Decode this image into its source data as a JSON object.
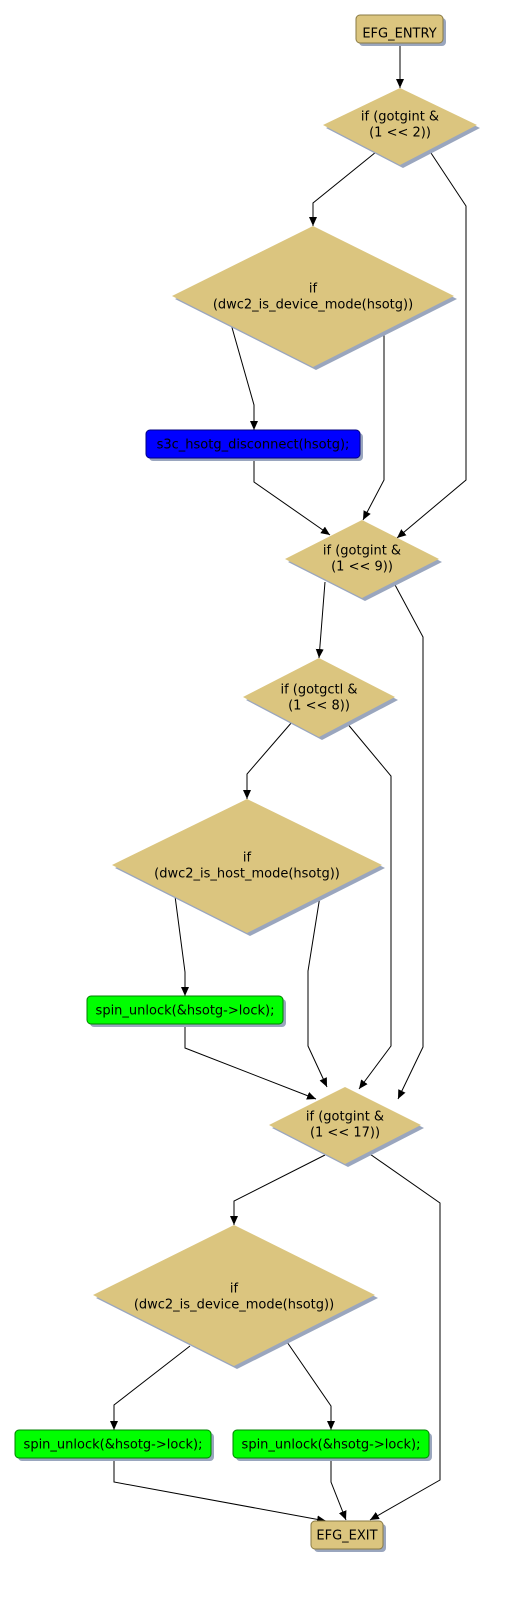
{
  "colors": {
    "decision": "#dbc57f",
    "terminal": "#dbc57f",
    "blue_node": "#0000ff",
    "green_node": "#00ff00",
    "shadow": "#9aa6be",
    "edge": "#000000"
  },
  "nodes": {
    "entry": {
      "label": "EFG_ENTRY"
    },
    "d1": {
      "line1": "if (gotgint &",
      "line2": "(1 << 2))"
    },
    "d2": {
      "line1": "if",
      "line2": "(dwc2_is_device_mode(hsotg))"
    },
    "b1": {
      "label": "s3c_hsotg_disconnect(hsotg);"
    },
    "d3": {
      "line1": "if (gotgint &",
      "line2": "(1 << 9))"
    },
    "d4": {
      "line1": "if (gotgctl &",
      "line2": "(1 << 8))"
    },
    "d5": {
      "line1": "if",
      "line2": "(dwc2_is_host_mode(hsotg))"
    },
    "g1": {
      "label": "spin_unlock(&hsotg->lock);"
    },
    "d6": {
      "line1": "if (gotgint &",
      "line2": "(1 << 17))"
    },
    "d7": {
      "line1": "if",
      "line2": "(dwc2_is_device_mode(hsotg))"
    },
    "g2": {
      "label": "spin_unlock(&hsotg->lock);"
    },
    "g3": {
      "label": "spin_unlock(&hsotg->lock);"
    },
    "exit": {
      "label": "EFG_EXIT"
    }
  }
}
